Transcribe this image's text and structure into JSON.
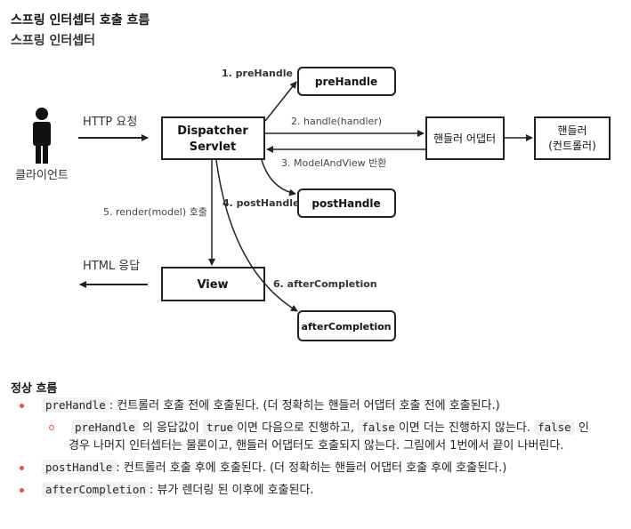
{
  "header": {
    "title": "스프링 인터셉터 호출 흐름",
    "subtitle": "스프링 인터셉터"
  },
  "diagram": {
    "client_label": "클라이언트",
    "http_request_label": "HTTP 요청",
    "html_response_label": "HTML 응답",
    "dispatcher_line1": "Dispatcher",
    "dispatcher_line2": "Servlet",
    "prehandle_box": "preHandle",
    "posthandle_box": "postHandle",
    "aftercompletion_box": "afterCompletion",
    "handler_adapter_box": "핸들러 어댑터",
    "handler_line1": "핸들러",
    "handler_line2": "(컨트롤러)",
    "view_box": "View",
    "step1": "1. preHandle",
    "step2": "2. handle(handler)",
    "step3": "3. ModelAndView 반환",
    "step4": "4. postHandle",
    "step5": "5. render(model) 호출",
    "step6": "6. afterCompletion"
  },
  "notes": {
    "section_title": "정상 흐름",
    "item1_code": "preHandle",
    "item1_text": ": 컨트롤러 호출 전에 호출된다. (더 정확히는 핸들러 어댑터 호출 전에 호출된다.)",
    "sub1_code1": "preHandle",
    "sub1_text1": "의 응답값이",
    "sub1_code2": "true",
    "sub1_text2": "이면 다음으로 진행하고,",
    "sub1_code3": "false",
    "sub1_text3": "이면 더는 진행하지 않는다.",
    "sub1_code4": "false",
    "sub1_text4": "인",
    "sub1_text5": "경우 나머지 인터셉터는 물론이고, 핸들러 어댑터도 호출되지 않는다. 그림에서 1번에서 끝이 나버린다.",
    "item2_code": "postHandle",
    "item2_text": ": 컨트롤러 호출 후에 호출된다. (더 정확히는 핸들러 어댑터 호출 후에 호출된다.)",
    "item3_code": "afterCompletion",
    "item3_text": ": 뷰가 렌더링 된 이후에 호출된다."
  },
  "colors": {
    "text": "#222222",
    "line": "#222222",
    "bullet": "#e0524f",
    "code_bg": "#f2f2f2"
  }
}
